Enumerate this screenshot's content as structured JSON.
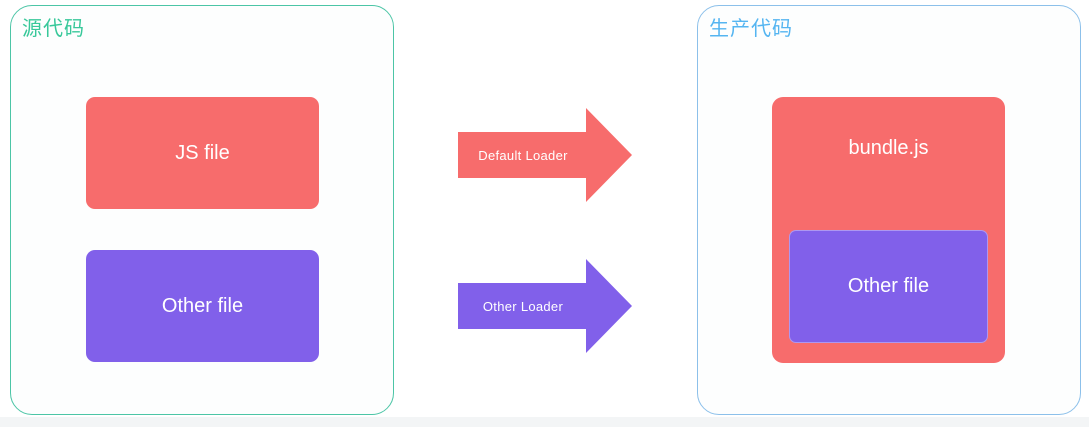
{
  "page": {
    "background_color": "#ffffff",
    "footer_strip_color": "#f3f5f6"
  },
  "source_panel": {
    "title": "源代码",
    "title_color": "#38c89a",
    "border_color": "#4cc5a6",
    "boxes": [
      {
        "label": "JS file",
        "color": "#f76c6c",
        "text_color": "#ffffff"
      },
      {
        "label": "Other file",
        "color": "#8160ea",
        "text_color": "#ffffff"
      }
    ]
  },
  "production_panel": {
    "title": "生产代码",
    "title_color": "#55b5f1",
    "border_color": "#8cc0ea",
    "bundle_box": {
      "label": "bundle.js",
      "color": "#f76c6c",
      "text_color": "#ffffff",
      "inner_box": {
        "label": "Other file",
        "color": "#8160ea",
        "text_color": "#ffffff"
      }
    }
  },
  "arrows": [
    {
      "label": "Default Loader",
      "color": "#f76c6c",
      "text_color": "#ffffff",
      "direction": "right"
    },
    {
      "label": "Other Loader",
      "color": "#8160ea",
      "text_color": "#ffffff",
      "direction": "right"
    }
  ]
}
